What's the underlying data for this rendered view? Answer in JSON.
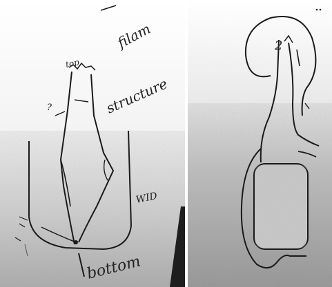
{
  "left_panel": {
    "labels": {
      "filament": "filam",
      "structure": "structure",
      "wid": "WID",
      "bottom": "bottom",
      "top_note": "top",
      "side_note": "?"
    }
  },
  "right_panel": {
    "labels": {
      "top_note": "2"
    }
  },
  "colors": {
    "ink": "#1a1a1a",
    "paper": "#f2f2f2",
    "shadow": "#7d7d7d"
  }
}
